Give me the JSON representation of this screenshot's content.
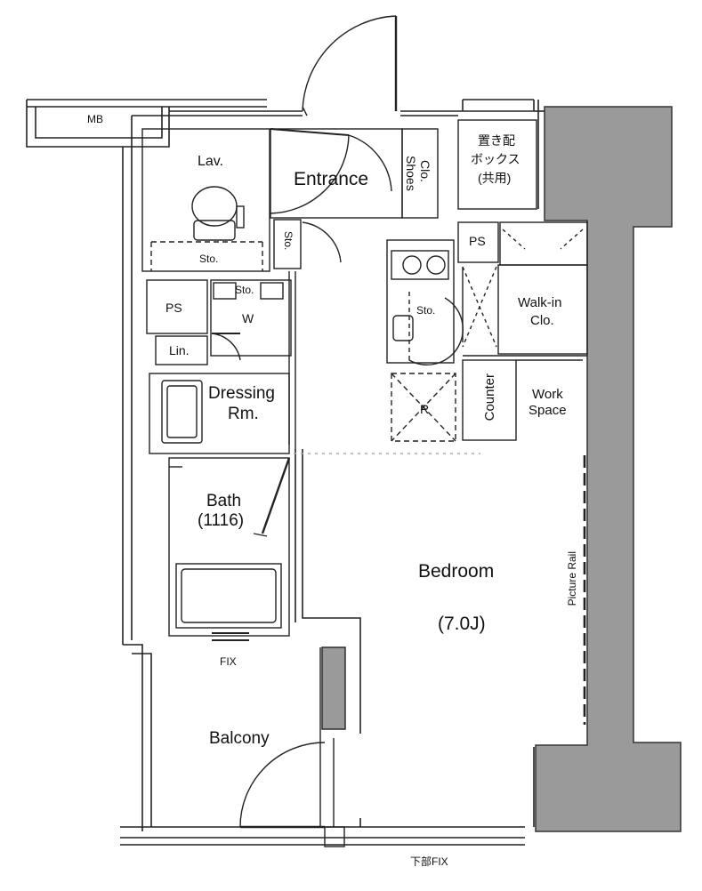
{
  "rooms": {
    "mb": "MB",
    "lav": "Lav.",
    "entrance": "Entrance",
    "shoes_clo_1": "Shoes",
    "shoes_clo_2": "Clo.",
    "storage_box_1": "置き配",
    "storage_box_2": "ボックス",
    "storage_box_3": "(共用)",
    "sto_lav": "Sto.",
    "sto_entrance": "Sto.",
    "sto_washer": "Sto.",
    "sto_kitchen": "Sto.",
    "ps_left": "PS",
    "ps_right": "PS",
    "washer": "W",
    "linen": "Lin.",
    "dressing_1": "Dressing",
    "dressing_2": "Rm.",
    "bath_1": "Bath",
    "bath_2": "(1116)",
    "walkin_1": "Walk-in",
    "walkin_2": "Clo.",
    "counter": "Counter",
    "work_1": "Work",
    "work_2": "Space",
    "fridge": "R",
    "bedroom": "Bedroom",
    "bedroom_size": "(7.0J)",
    "picture_rail": "Picture Rail",
    "fix": "FIX",
    "balcony": "Balcony",
    "lower_fix": "下部FIX"
  }
}
